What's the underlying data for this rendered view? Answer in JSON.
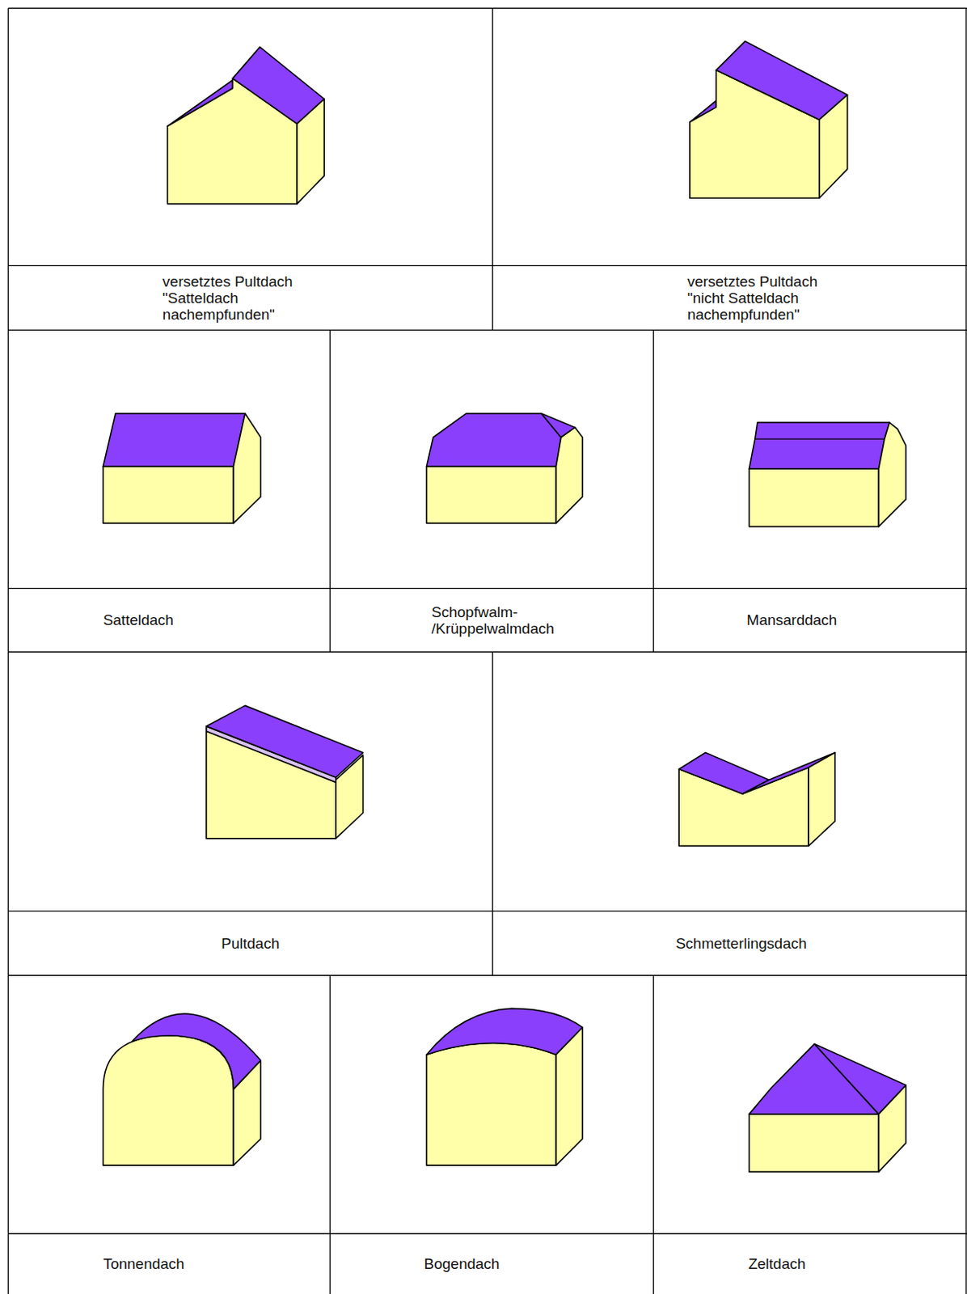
{
  "diagram": {
    "labels": [
      "versetztes Pultdach \"Satteldach nachempfunden\"",
      "versetztes Pultdach \"nicht Satteldach nachempfunden\"",
      "Satteldach",
      "Schopfwalm- /Krüppelwalmdach",
      "Mansarddach",
      "Pultdach",
      "Schmetterlingsdach",
      "Tonnendach",
      "Bogendach",
      "Zeltdach"
    ]
  }
}
